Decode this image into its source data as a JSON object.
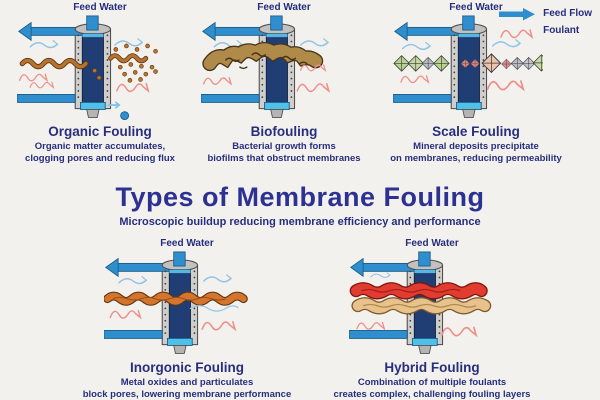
{
  "title": {
    "heading": "Types of Membrane Fouling",
    "subtitle": "Microscopic buildup reducing membrane efficiency and performance"
  },
  "legend": {
    "feed_flow_label": "Feed Flow",
    "foulant_label": "Foulant"
  },
  "panels": {
    "organic": {
      "feed_water": "Feed Water",
      "title": "Organic Fouling",
      "description": "Organic matter accumulates,\nclogging pores and reducing flux"
    },
    "bio": {
      "feed_water": "Feed Water",
      "title": "Biofouling",
      "description": "Bacterial growth forms\nbiofilms that obstruct membranes"
    },
    "scale": {
      "feed_water": "Feed Water",
      "title": "Scale Fouling",
      "description": "Mineral deposits precipitate\non membranes, reducing permeability"
    },
    "inorganic": {
      "feed_water": "Feed Water",
      "title": "Inorgonic Fouling",
      "description": "Metal oxides and particulates\nblock pores, lowering membrane performance"
    },
    "hybrid": {
      "feed_water": "Feed Water",
      "title": "Hybrid Fouling",
      "description": "Combination of multiple foulants\ncreates complex, challenging fouling layers"
    }
  },
  "colors": {
    "background": "#f3f1ee",
    "ink_navy": "#272e7d",
    "heading_blue": "#2d3192",
    "pipe_blue": "#2f8fce",
    "membrane_navy": "#203d74",
    "casing_gray": "#cfcecb",
    "permeate_light_blue": "#4fc0e8",
    "flow_arrow_light_blue": "#8fc3e8",
    "foulant_pink": "#ef8f8a",
    "organic_brown": "#b5732e",
    "biofilm_tan": "#b08a48",
    "scale_green": "#b8d28f",
    "scale_gray": "#b9bcc4",
    "scale_pink": "#e8a49e",
    "inorganic_orange": "#d4752e",
    "hybrid_red": "#e23c31",
    "hybrid_tan": "#e8c28c"
  }
}
